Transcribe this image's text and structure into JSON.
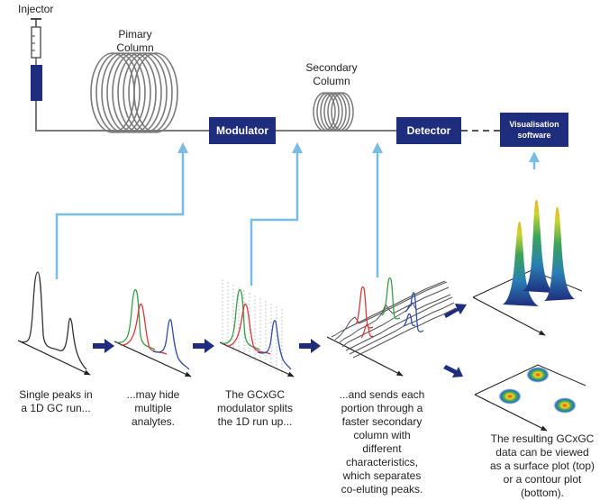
{
  "labels": {
    "injector": "Injector",
    "primary_column": "Pimary\nColumn",
    "secondary_column": "Secondary\nColumn",
    "modulator": "Modulator",
    "detector": "Detector",
    "visualisation": "Visualisation\nsoftware"
  },
  "captions": {
    "step1": "Single peaks in\na 1D GC run...",
    "step2": "...may hide\nmultiple\nanalytes.",
    "step3": "The GCxGC\nmodulator splits\nthe 1D run up...",
    "step4": "...and sends each\nportion through a\nfaster secondary\ncolumn with\ndifferent\ncharacteristics,\nwhich separates\nco-eluting peaks.",
    "step5": "The resulting GCxGC\ndata can be viewed\nas a surface plot (top)\nor a contour plot\n(bottom)."
  },
  "colors": {
    "box_fill": "#1f2d7f",
    "arrow_light": "#79bde6",
    "arrow_dark": "#1f2d7f",
    "line_gray": "#7a7a7a",
    "peak_red": "#d8383a",
    "peak_green": "#3a9e47",
    "peak_blue": "#2f4fa8"
  }
}
